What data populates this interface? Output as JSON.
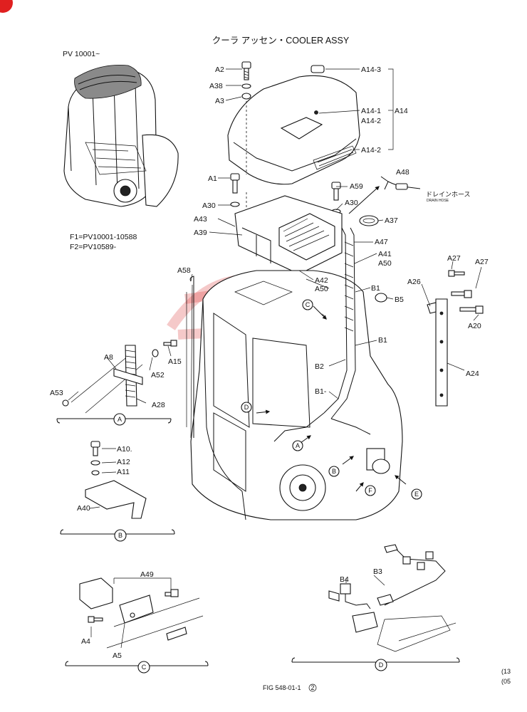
{
  "title": "クーラ アッセン・COOLER ASSY",
  "serial_from": "PV 10001~",
  "variants": [
    "F1=PV10001-10588",
    "F2=PV10589-"
  ],
  "figure_no": "FIG  548-01-1",
  "figure_circle": "2",
  "corner_notes": [
    "(13",
    "(05"
  ],
  "watermark": "MH",
  "drain_hose": {
    "jp": "ドレインホース",
    "en": "DRAIN HOSE"
  },
  "view_markers": {
    "A": "A",
    "B": "B",
    "C": "C",
    "D": "D",
    "E": "E",
    "F": "F"
  },
  "part_labels": {
    "A2": "A2",
    "A38": "A38",
    "A3": "A3",
    "A1": "A1",
    "A30a": "A30",
    "A30b": "A30",
    "A43": "A43",
    "A39": "A39",
    "A58": "A58",
    "A59": "A59",
    "A48": "A48",
    "A37": "A37",
    "A47": "A47",
    "A41": "A41",
    "A50a": "A50",
    "A42": "A42",
    "A50b": "A50",
    "A14_3": "A14-3",
    "A14_1": "A14-1",
    "A14": "A14",
    "A14_2a": "A14-2",
    "A14_2b": "A14-2",
    "A27a": "A27",
    "A27b": "A27",
    "A26": "A26",
    "A20": "A20",
    "A24": "A24",
    "B1a": "B1",
    "B5": "B5",
    "B1b": "B1",
    "B2": "B2",
    "B1c": "B1-",
    "A8": "A8",
    "A52": "A52",
    "A15": "A15",
    "A53": "A53",
    "A28": "A28",
    "A10": "A10.",
    "A12": "A12",
    "A11": "A11",
    "A40": "A40",
    "A49": "A49",
    "A4": "A4",
    "A5": "A5",
    "B4": "B4",
    "B3": "B3"
  }
}
